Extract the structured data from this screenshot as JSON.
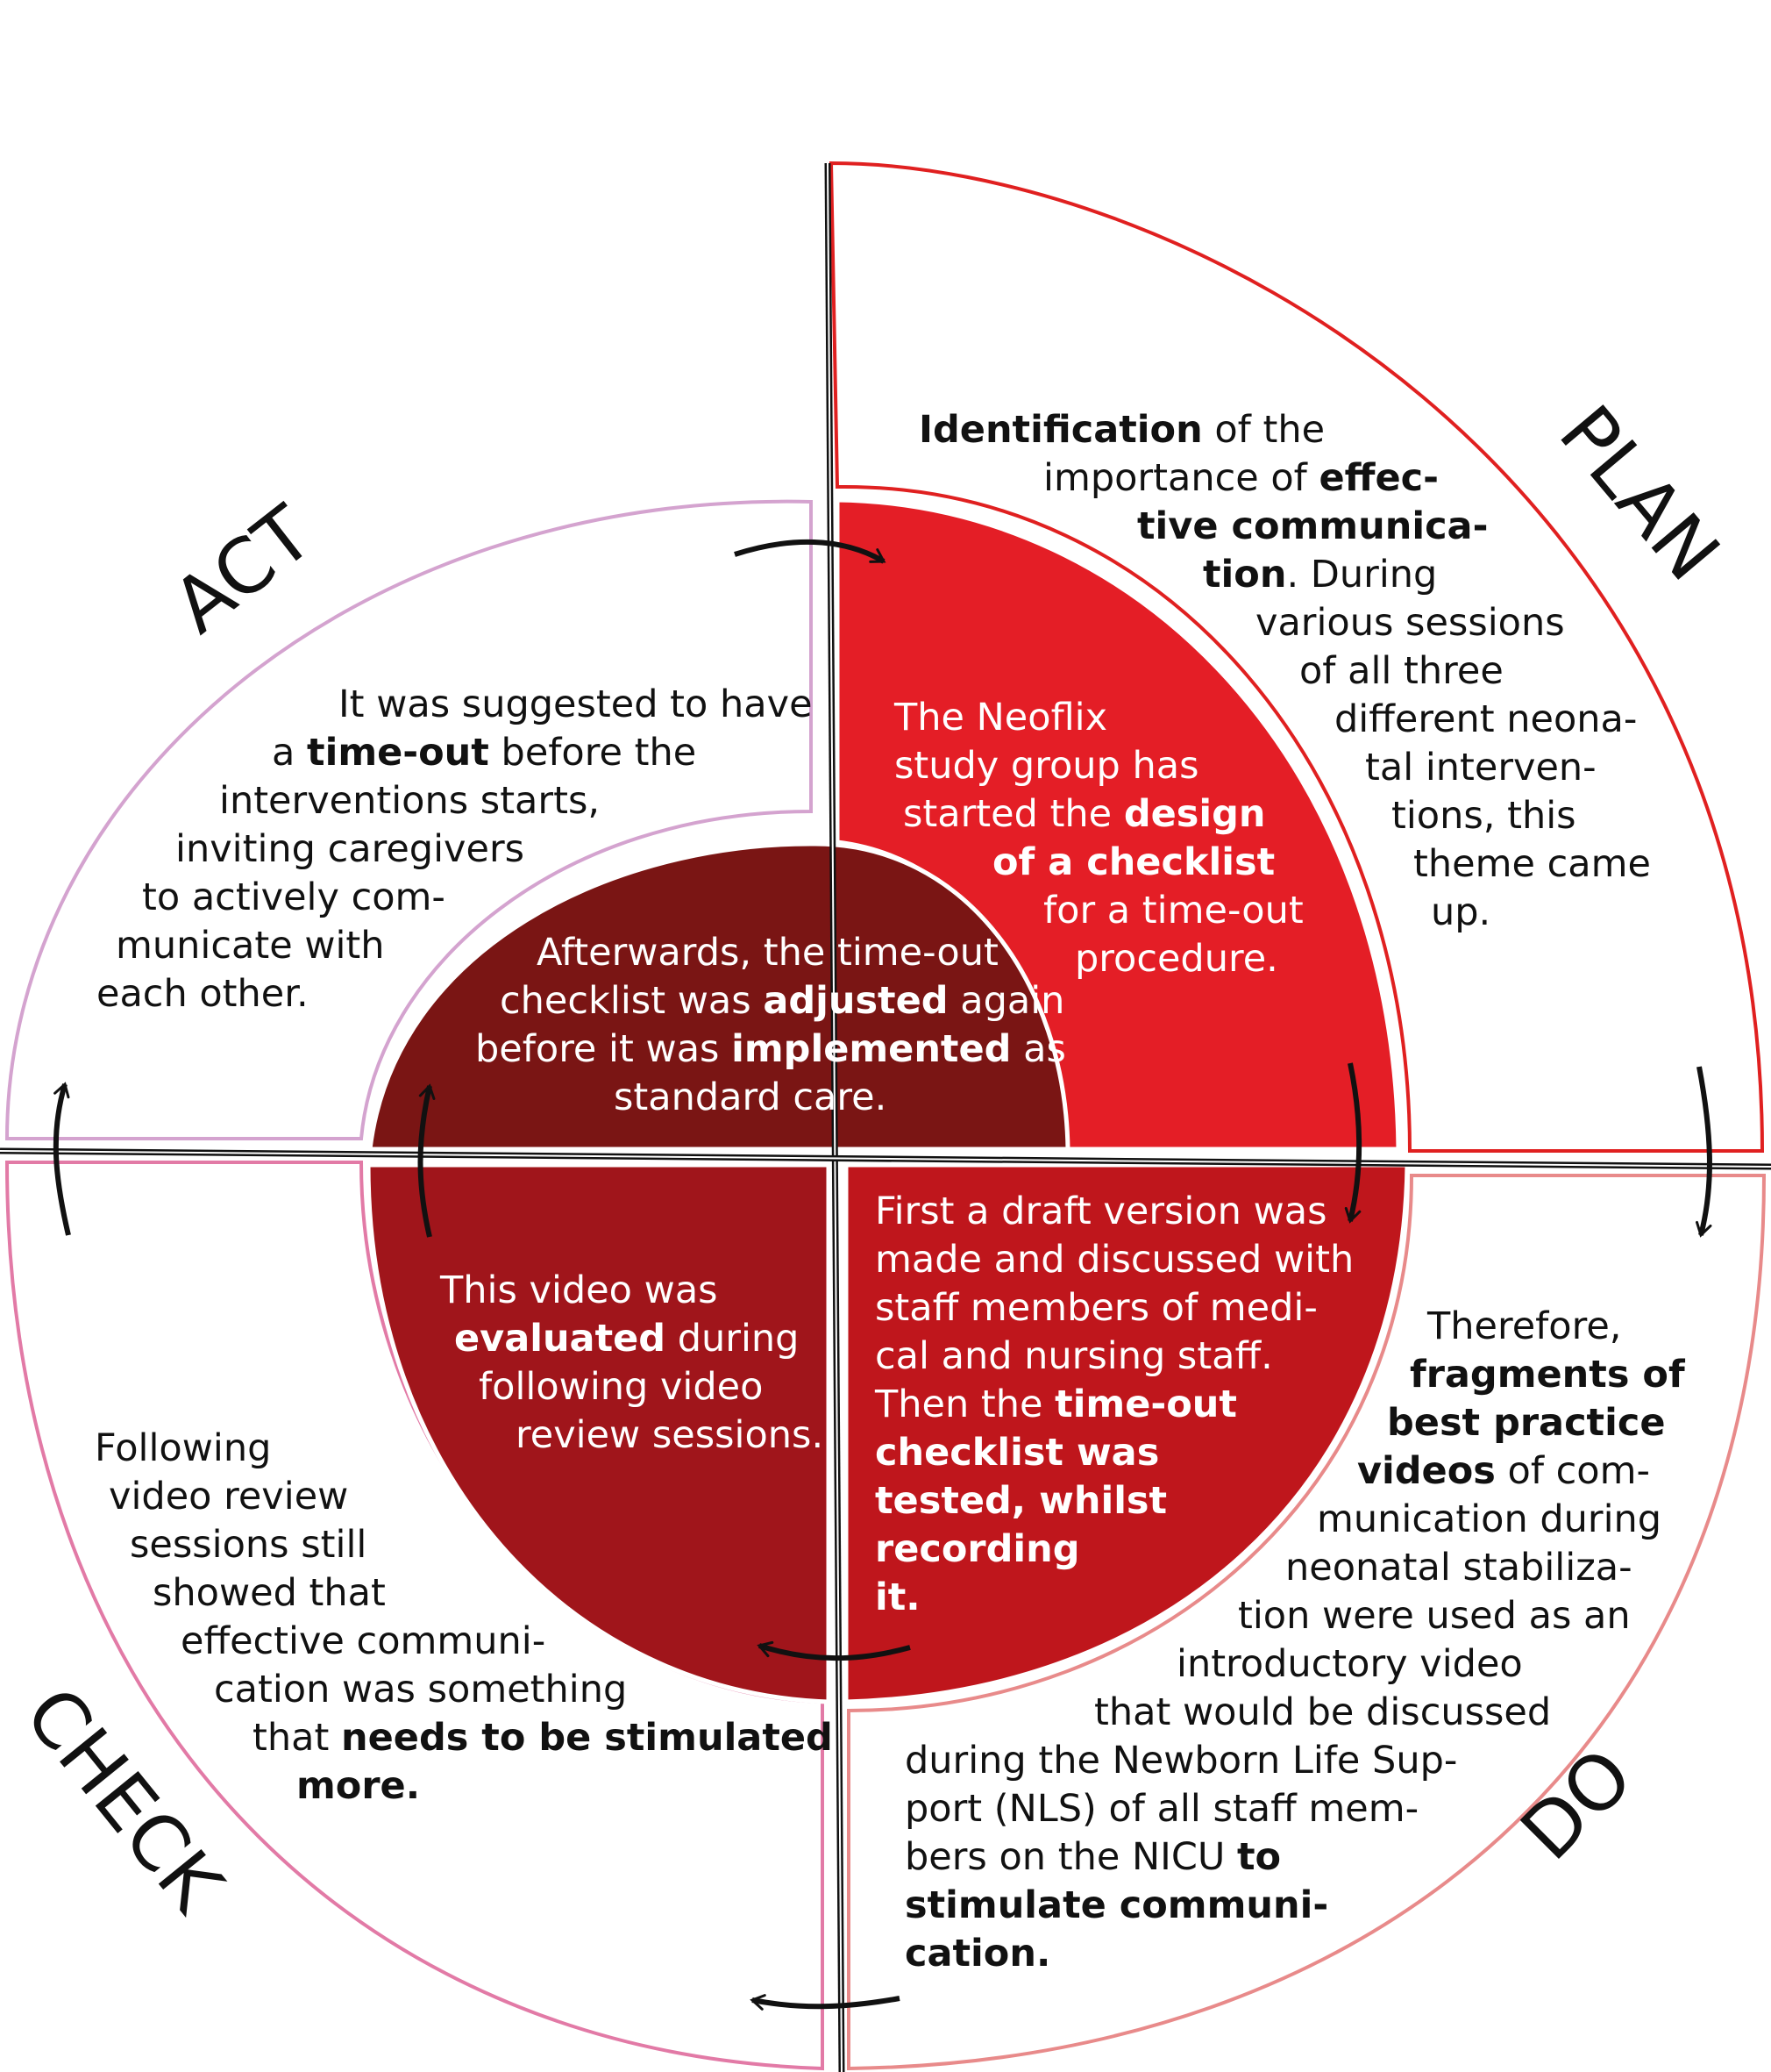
{
  "colors": {
    "plan_outline": "#e02020",
    "do_outline": "#e88a8a",
    "check_outline": "#e27aa6",
    "act_outline": "#d4a3cf",
    "plan_inner": "#e41e26",
    "do_inner": "#bf161c",
    "check_inner": "#a0151b",
    "act_inner": "#7a1514",
    "divider": "#111111"
  },
  "labels": {
    "plan": "PLAN",
    "do": "DO",
    "check": "CHECK",
    "act": "ACT"
  },
  "plan_outer": {
    "lines": [
      [
        {
          "t": "Identification",
          "b": true
        },
        {
          "t": " of the"
        }
      ],
      [
        {
          "t": "importance of "
        },
        {
          "t": "effec-",
          "b": true
        }
      ],
      [
        {
          "t": "tive communica-",
          "b": true
        }
      ],
      [
        {
          "t": "tion",
          "b": true
        },
        {
          "t": ". During"
        }
      ],
      [
        {
          "t": "various sessions"
        }
      ],
      [
        {
          "t": "of all three"
        }
      ],
      [
        {
          "t": "different neona-"
        }
      ],
      [
        {
          "t": "tal interven-"
        }
      ],
      [
        {
          "t": "tions, this"
        }
      ],
      [
        {
          "t": "theme came"
        }
      ],
      [
        {
          "t": "up."
        }
      ]
    ]
  },
  "plan_inner": {
    "lines": [
      [
        {
          "t": "The Neoflix"
        }
      ],
      [
        {
          "t": "study group has"
        }
      ],
      [
        {
          "t": "started the "
        },
        {
          "t": "design",
          "b": true
        }
      ],
      [
        {
          "t": "of a checklist",
          "b": true
        }
      ],
      [
        {
          "t": "for a time-out"
        }
      ],
      [
        {
          "t": "procedure."
        }
      ]
    ]
  },
  "act_outer": {
    "lines": [
      [
        {
          "t": "It was suggested to have"
        }
      ],
      [
        {
          "t": "a "
        },
        {
          "t": "time-out",
          "b": true
        },
        {
          "t": " before the"
        }
      ],
      [
        {
          "t": "interventions starts,"
        }
      ],
      [
        {
          "t": "inviting caregivers"
        }
      ],
      [
        {
          "t": "to actively com-"
        }
      ],
      [
        {
          "t": "municate with"
        }
      ],
      [
        {
          "t": "each other."
        }
      ]
    ]
  },
  "act_inner": {
    "lines": [
      [
        {
          "t": "Afterwards, the time-out"
        }
      ],
      [
        {
          "t": "checklist was "
        },
        {
          "t": "adjusted",
          "b": true
        },
        {
          "t": " again"
        }
      ],
      [
        {
          "t": "before it was "
        },
        {
          "t": "implemented",
          "b": true
        },
        {
          "t": " as"
        }
      ],
      [
        {
          "t": "standard care."
        }
      ]
    ]
  },
  "check_inner": {
    "lines": [
      [
        {
          "t": "This video was"
        }
      ],
      [
        {
          "t": "evaluated",
          "b": true
        },
        {
          "t": " during"
        }
      ],
      [
        {
          "t": "following video"
        }
      ],
      [
        {
          "t": "review sessions."
        }
      ]
    ]
  },
  "check_outer": {
    "lines": [
      [
        {
          "t": "Following"
        }
      ],
      [
        {
          "t": "video review"
        }
      ],
      [
        {
          "t": "sessions still"
        }
      ],
      [
        {
          "t": "showed that"
        }
      ],
      [
        {
          "t": "effective communi-"
        }
      ],
      [
        {
          "t": "cation was something"
        }
      ],
      [
        {
          "t": "that "
        },
        {
          "t": "needs to be stimulated",
          "b": true
        }
      ],
      [
        {
          "t": "more.",
          "b": true
        }
      ]
    ]
  },
  "do_inner": {
    "lines": [
      [
        {
          "t": "First a draft version was"
        }
      ],
      [
        {
          "t": "made and discussed with"
        }
      ],
      [
        {
          "t": "staff members of medi-"
        }
      ],
      [
        {
          "t": "cal and nursing staff."
        }
      ],
      [
        {
          "t": "Then the "
        },
        {
          "t": "time-out",
          "b": true
        }
      ],
      [
        {
          "t": "checklist was",
          "b": true
        }
      ],
      [
        {
          "t": "tested, whilst",
          "b": true
        }
      ],
      [
        {
          "t": "recording",
          "b": true
        }
      ],
      [
        {
          "t": "it.",
          "b": true
        }
      ]
    ]
  },
  "do_outer": {
    "lines": [
      [
        {
          "t": "Therefore,"
        }
      ],
      [
        {
          "t": "fragments of",
          "b": true
        }
      ],
      [
        {
          "t": "best practice",
          "b": true
        }
      ],
      [
        {
          "t": "videos",
          "b": true
        },
        {
          "t": " of com-"
        }
      ],
      [
        {
          "t": "munication during"
        }
      ],
      [
        {
          "t": "neonatal stabiliza-"
        }
      ],
      [
        {
          "t": "tion were used as an"
        }
      ],
      [
        {
          "t": "introductory video"
        }
      ],
      [
        {
          "t": "that would be discussed"
        }
      ],
      [
        {
          "t": "during the Newborn Life Sup-"
        }
      ],
      [
        {
          "t": "port (NLS) of all staff mem-"
        }
      ],
      [
        {
          "t": "bers on the NICU "
        },
        {
          "t": "to",
          "b": true
        }
      ],
      [
        {
          "t": "stimulate communi-",
          "b": true
        }
      ],
      [
        {
          "t": "cation.",
          "b": true
        }
      ]
    ]
  }
}
